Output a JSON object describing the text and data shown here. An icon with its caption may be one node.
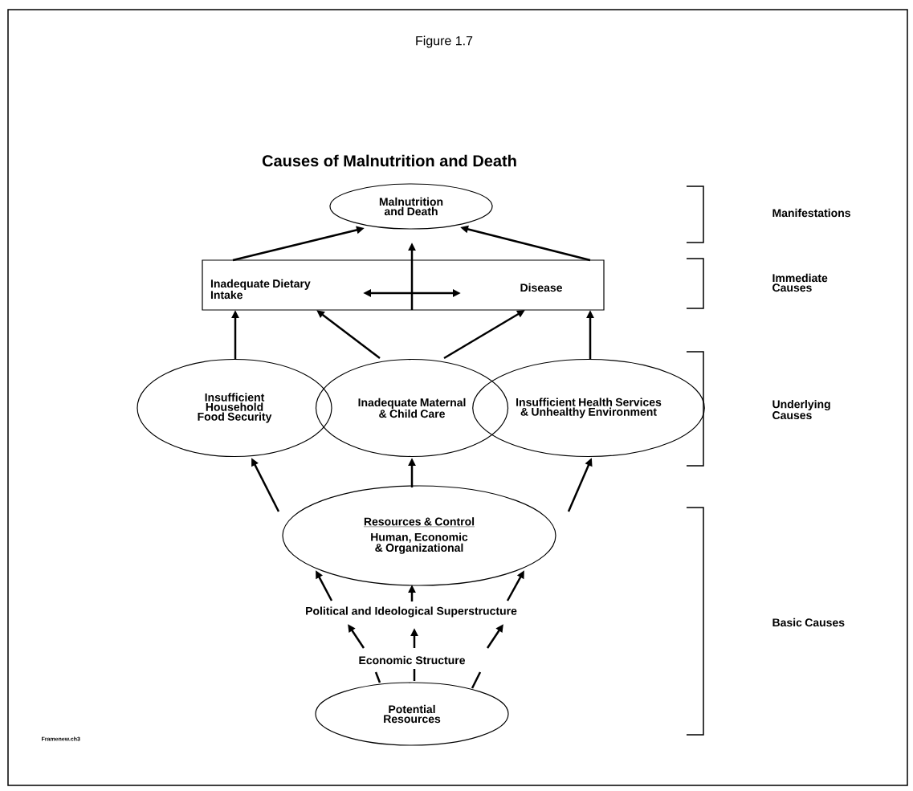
{
  "diagram": {
    "title": "Causes of Malnutrition and Death",
    "nodes": [
      {
        "text": [
          "Malnutrition and Death"
        ]
      },
      {
        "text": [],
        "shape": "box"
      },
      {
        "text": [
          "Inadequate Dietary Intake"
        ],
        "in": 1
      },
      {
        "text": [
          "Disease"
        ],
        "in": 1
      },
      {
        "text": [
          "Insufficient Household Food Security"
        ]
      },
      {
        "text": [
          "Inadequate Maternal & Child Care"
        ]
      },
      {
        "text": [
          "Insufficient Health Services & Unhealthy Environment"
        ]
      },
      {
        "text": [
          "Resources & Control",
          "Human, Economic & Organizational"
        ]
      },
      {
        "text": [
          "Political and Ideological Superstructure"
        ]
      },
      {
        "text": [
          "Economic Structure"
        ]
      },
      {
        "text": [
          "Potential Resources"
        ]
      }
    ],
    "edges": [
      {
        "from": 2,
        "to": 0,
        "arrow": "to"
      },
      {
        "from": 1,
        "to": 0,
        "arrow": "to"
      },
      {
        "from": 3,
        "to": 0,
        "arrow": "to"
      },
      {
        "from": 2,
        "to": 3,
        "arrow": "both"
      },
      {
        "from": 4,
        "to": 2,
        "arrow": "to"
      },
      {
        "from": 5,
        "to": 2,
        "arrow": "to"
      },
      {
        "from": 5,
        "to": 3,
        "arrow": "to"
      },
      {
        "from": 6,
        "to": 3,
        "arrow": "to"
      },
      {
        "from": 7,
        "to": 4,
        "arrow": "to"
      },
      {
        "from": 7,
        "to": 5,
        "arrow": "to"
      },
      {
        "from": 7,
        "to": 6,
        "arrow": "to"
      },
      {
        "from": 8,
        "to": 7,
        "arrow": "to"
      },
      {
        "from": 8,
        "to": 7,
        "arrow": "to"
      },
      {
        "from": 8,
        "to": 7,
        "arrow": "to"
      },
      {
        "from": 9,
        "to": 8,
        "arrow": "to"
      },
      {
        "from": 9,
        "to": 8,
        "arrow": "to"
      },
      {
        "from": 9,
        "to": 8,
        "arrow": "to"
      },
      {
        "from": 10,
        "to": 9,
        "arrow": "none"
      },
      {
        "from": 10,
        "to": 9,
        "arrow": "none"
      },
      {
        "from": 10,
        "to": 9,
        "arrow": "none"
      }
    ],
    "labels": [
      "Figure 1.7",
      "Manifestations",
      "Immediate Causes",
      "Underlying Causes",
      "Basic Causes",
      "Framenew.ch3"
    ]
  }
}
